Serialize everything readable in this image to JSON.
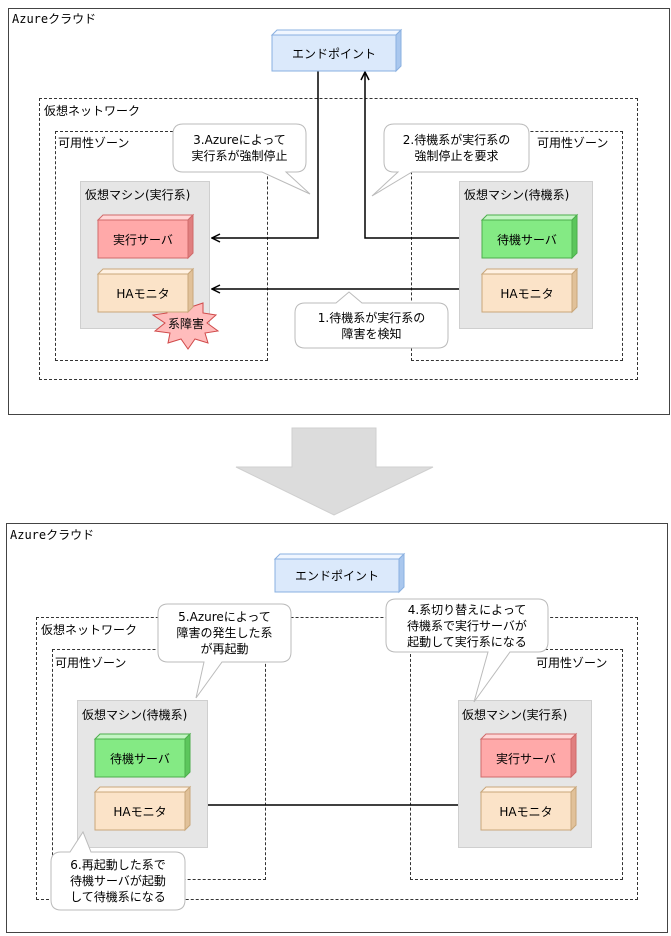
{
  "top": {
    "cloud_label": "Azureクラウド",
    "endpoint": "エンドポイント",
    "vnet_label": "仮想ネットワーク",
    "zone_left_label": "可用性ゾーン",
    "zone_right_label": "可用性ゾーン",
    "vm_left_label": "仮想マシン(実行系)",
    "vm_right_label": "仮想マシン(待機系)",
    "vm_left_server": "実行サーバ",
    "vm_left_monitor": "HAモニタ",
    "vm_right_server": "待機サーバ",
    "vm_right_monitor": "HAモニタ",
    "failure_label": "系障害",
    "callout_1": "1.待機系が実行系の\n障害を検知",
    "callout_2": "2.待機系が実行系の\n強制停止を要求",
    "callout_3": "3.Azureによって\n実行系が強制停止"
  },
  "bottom": {
    "cloud_label": "Azureクラウド",
    "endpoint": "エンドポイント",
    "vnet_label": "仮想ネットワーク",
    "zone_left_label": "可用性ゾーン",
    "zone_right_label": "可用性ゾーン",
    "vm_left_label": "仮想マシン(待機系)",
    "vm_right_label": "仮想マシン(実行系)",
    "vm_left_server": "待機サーバ",
    "vm_left_monitor": "HAモニタ",
    "vm_right_server": "実行サーバ",
    "vm_right_monitor": "HAモニタ",
    "callout_4": "4.系切り替えによって\n待機系で実行サーバが\n起動して実行系になる",
    "callout_5": "5.Azureによって\n障害の発生した系\nが再起動",
    "callout_6": "6.再起動した系で\n待機サーバが起動\nして待機系になる"
  },
  "colors": {
    "endpoint": "#dbe9fb",
    "active_server": "#ffa9a9",
    "standby_server": "#84ea84",
    "monitor": "#fbe3c8",
    "failure": "#ffbcbc",
    "vm_bg": "#e6e6e6",
    "big_arrow": "#dcdcdc"
  }
}
